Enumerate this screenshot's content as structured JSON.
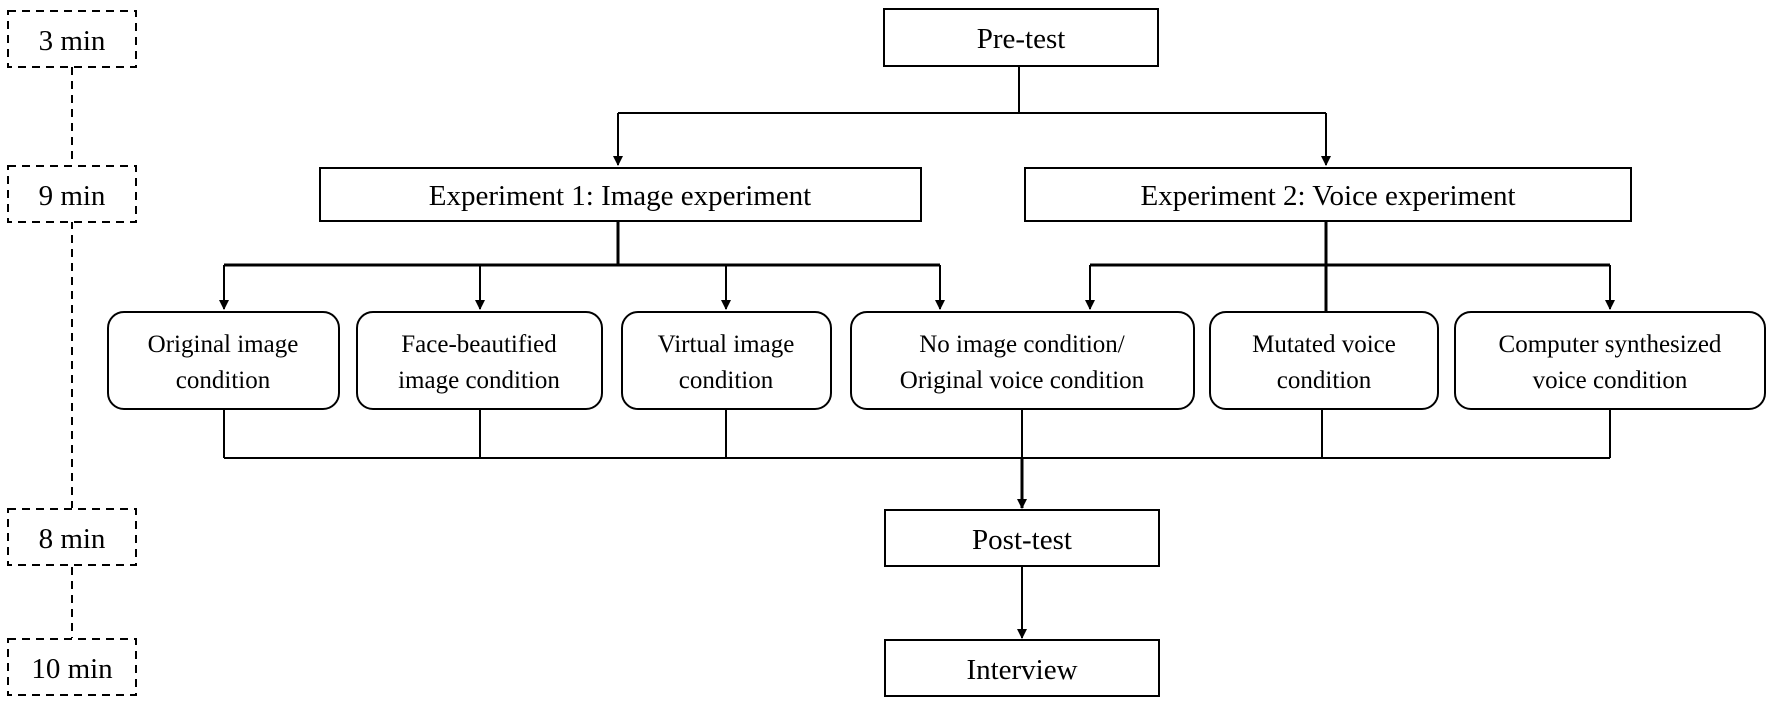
{
  "timeline": [
    {
      "label": "3 min"
    },
    {
      "label": "9 min"
    },
    {
      "label": "8 min"
    },
    {
      "label": "10 min"
    }
  ],
  "nodes": {
    "pretest": {
      "label": "Pre-test"
    },
    "exp1": {
      "label": "Experiment 1: Image experiment"
    },
    "exp2": {
      "label": "Experiment 2: Voice experiment"
    },
    "cond_original_image": {
      "line1": "Original image",
      "line2": "condition"
    },
    "cond_face_beautified": {
      "line1": "Face-beautified",
      "line2": "image condition"
    },
    "cond_virtual_image": {
      "line1": "Virtual image",
      "line2": "condition"
    },
    "cond_no_image": {
      "line1": "No image condition/",
      "line2": "Original voice condition"
    },
    "cond_mutated_voice": {
      "line1": "Mutated voice",
      "line2": "condition"
    },
    "cond_computer_voice": {
      "line1": "Computer synthesized",
      "line2": "voice condition"
    },
    "posttest": {
      "label": "Post-test"
    },
    "interview": {
      "label": "Interview"
    }
  }
}
